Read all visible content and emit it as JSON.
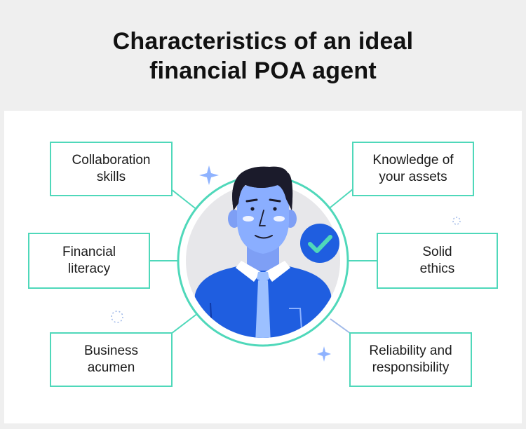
{
  "title": {
    "line1": "Characteristics of an ideal",
    "line2": "financial POA agent"
  },
  "traits": {
    "left": [
      {
        "line1": "Collaboration",
        "line2": "skills"
      },
      {
        "line1": "Financial",
        "line2": "literacy"
      },
      {
        "line1": "Business",
        "line2": "acumen"
      }
    ],
    "right": [
      {
        "line1": "Knowledge of",
        "line2": "your assets"
      },
      {
        "line1": "Solid",
        "line2": "ethics"
      },
      {
        "line1": "Reliability and",
        "line2": "responsibility"
      }
    ]
  },
  "colors": {
    "accent": "#4fd8ba",
    "shirt": "#1f5ee0",
    "skin": "#8aaeff",
    "hair": "#1b1b2b",
    "check_badge": "#1f5ee0",
    "check_mark": "#4fd8ba",
    "sparkle": "#8fb3ff"
  },
  "icons": [
    "check-icon",
    "sparkle-icon",
    "person-illustration"
  ]
}
